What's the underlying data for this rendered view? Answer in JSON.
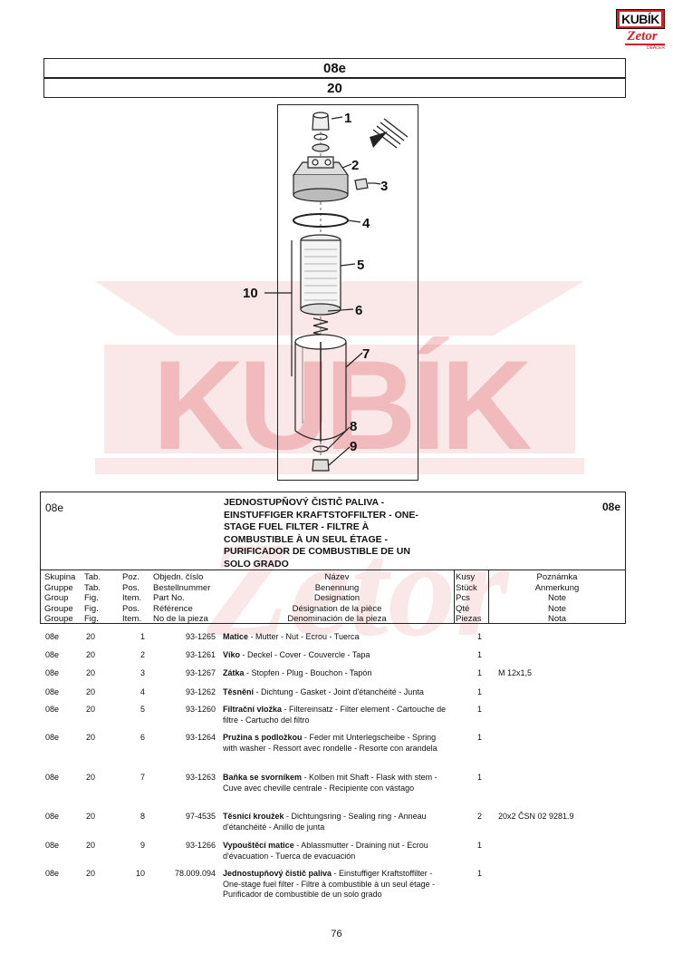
{
  "logo": {
    "top": "KUBÍK",
    "mid": "Zetor",
    "bot": "DEALER"
  },
  "header": {
    "group_code": "08e",
    "table_no": "20"
  },
  "watermark": {
    "text": "KUBÍK",
    "sub": "Zetor",
    "color": "#d61f26"
  },
  "diagram": {
    "labels": [
      "1",
      "2",
      "3",
      "4",
      "5",
      "6",
      "7",
      "8",
      "9",
      "10"
    ]
  },
  "section": {
    "group_left": "08e",
    "group_right": "08e",
    "title_lines": [
      "JEDNOSTUPŇOVÝ ČISTIČ PALIVA -",
      "EINSTUFFIGER KRAFTSTOFFILTER - ONE-",
      "STAGE FUEL FILTER - FILTRE À",
      "COMBUSTIBLE À UN SEUL ÉTAGE -",
      "PURIFICADOR DE COMBUSTIBLE DE UN",
      "SOLO GRADO"
    ]
  },
  "columns": {
    "group": [
      "Skupina",
      "Gruppe",
      "Group",
      "Groupe",
      "Groupe"
    ],
    "table": [
      "Tab.",
      "Tab.",
      "Fig.",
      "Fig.",
      "Fig."
    ],
    "position": [
      "Poz.",
      "Pos.",
      "Item.",
      "Pos.",
      "Item."
    ],
    "part_no": [
      "Objedn. číslo",
      "Bestellnummer",
      "Part No.",
      "Référence",
      "No de la pieza"
    ],
    "name": [
      "Název",
      "Benennung",
      "Designation",
      "Désignation de la pièce",
      "Denominación de la pieza"
    ],
    "qty": [
      "Kusy",
      "Stück",
      "Pcs",
      "Qté",
      "Piezas"
    ],
    "note": [
      "Poznámka",
      "Anmerkung",
      "Note",
      "Note",
      "Nota"
    ]
  },
  "rows": [
    {
      "group": "08e",
      "table": "20",
      "pos": "1",
      "part": "93-1265",
      "bold": "Matice",
      "rest": " - Mutter - Nut - Ecrou - Tuerca",
      "qty": "1",
      "note": ""
    },
    {
      "group": "08e",
      "table": "20",
      "pos": "2",
      "part": "93-1261",
      "bold": "Víko",
      "rest": " - Deckel - Cover - Couvercle - Tapa",
      "qty": "1",
      "note": ""
    },
    {
      "group": "08e",
      "table": "20",
      "pos": "3",
      "part": "93-1267",
      "bold": "Zátka",
      "rest": " - Stopfen - Plug - Bouchon - Tapón",
      "qty": "1",
      "note": "M 12x1,5"
    },
    {
      "group": "08e",
      "table": "20",
      "pos": "4",
      "part": "93-1262",
      "bold": "Těsnění",
      "rest": " - Dichtung - Gasket - Joint d'étanchéité - Junta",
      "qty": "1",
      "note": ""
    },
    {
      "group": "08e",
      "table": "20",
      "pos": "5",
      "part": "93-1260",
      "bold": "Filtrační vložka",
      "rest": " - Filtereinsatz - Filter element - Cartouche de filtre - Cartucho del filtro",
      "qty": "1",
      "note": ""
    },
    {
      "group": "08e",
      "table": "20",
      "pos": "6",
      "part": "93-1264",
      "bold": "Pružina s podložkou",
      "rest": " - Feder mit Unterlegscheibe - Spring with washer - Ressort avec rondelle - Resorte con arandela",
      "qty": "1",
      "note": ""
    },
    {
      "group": "08e",
      "table": "20",
      "pos": "7",
      "part": "93-1263",
      "bold": "Baňka se svorníkem",
      "rest": " - Kolben mit Shaft - Flask with stem - Cuve avec cheville centrale - Recipiente con vástago",
      "qty": "1",
      "note": ""
    },
    {
      "group": "08e",
      "table": "20",
      "pos": "8",
      "part": "97-4535",
      "bold": "Těsnicí kroužek",
      "rest": " - Dichtungsring - Sealing ring - Anneau d'étanchéité - Anillo de junta",
      "qty": "2",
      "note": "20x2 ČSN 02 9281.9"
    },
    {
      "group": "08e",
      "table": "20",
      "pos": "9",
      "part": "93-1266",
      "bold": "Vypouštěcí matice",
      "rest": " - Ablassmutter - Draining nut - Ecrou d'évacuation - Tuerca de evacuación",
      "qty": "1",
      "note": ""
    },
    {
      "group": "08e",
      "table": "20",
      "pos": "10",
      "part": "78.009.094",
      "bold": "Jednostupňový čistič paliva",
      "rest": " - Einstuffiger Kraftstoffilter - One-stage fuel filter - Filtre à combustible à un seul étage - Purificador de combustible de un solo grado",
      "qty": "1",
      "note": ""
    }
  ],
  "page_number": "76"
}
